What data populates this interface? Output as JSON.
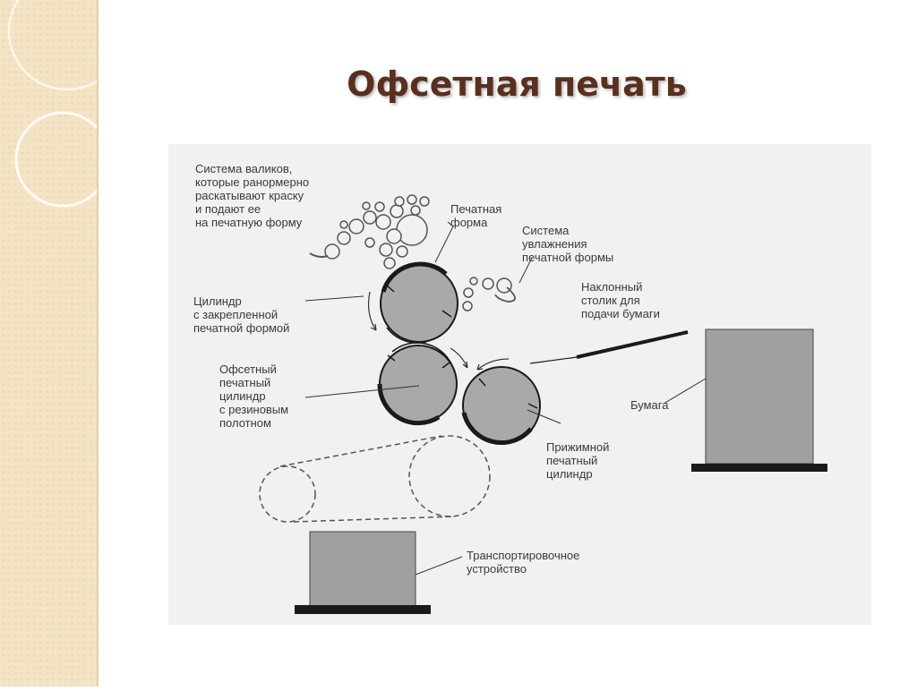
{
  "slide": {
    "title": "Офсетная печать"
  },
  "diagram": {
    "labels": {
      "roller_system": "Система валиков,\nкоторые ранормерно\nраскатывают краску\nи подают ее\nна печатную форму",
      "printing_form": "Печатная\nформа",
      "dampening_system": "Система\nувлажнения\nпечатной формы",
      "plate_cylinder": "Цилиндр\nс закрепленной\nпечатной формой",
      "feed_table": "Наклонный\nстолик для\nподачи бумаги",
      "offset_cylinder": "Офсетный\nпечатный\nцилиндр\nс резиновым\nполотном",
      "paper": "Бумага",
      "impression_cylinder": "Прижимной\nпечатный\nцилиндр",
      "transport_device": "Транспортировочное\nустройство"
    },
    "colors": {
      "cylinder_fill": "#a9a9a9",
      "cylinder_rim": "#1a1a1a",
      "stack_fill": "#a0a0a0",
      "panel": "#f1f1f1"
    }
  }
}
